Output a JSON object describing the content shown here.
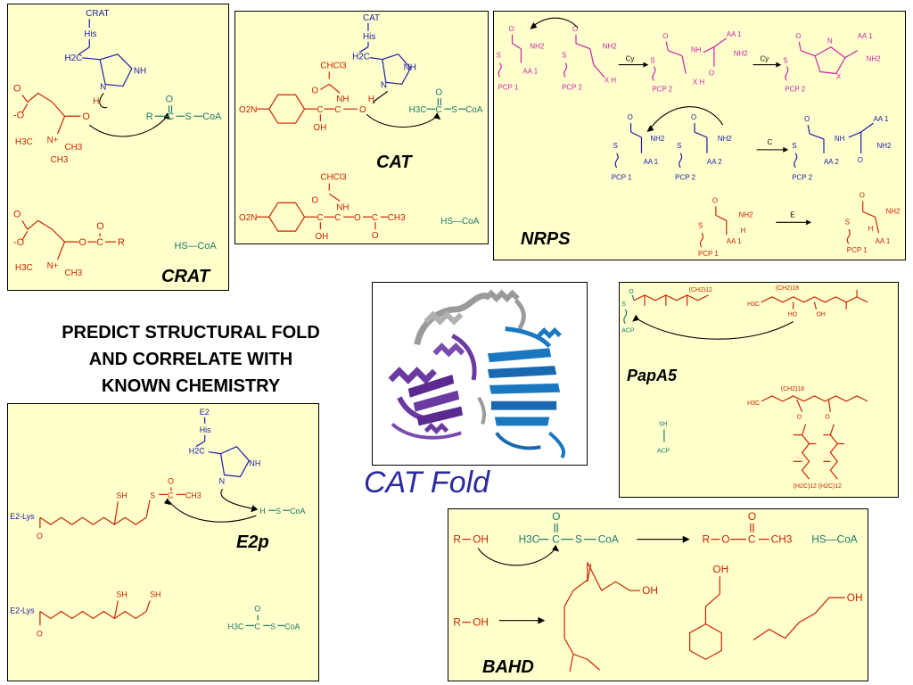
{
  "headline": {
    "line1": "PREDICT STRUCTURAL FOLD",
    "line2": "AND CORRELATE WITH",
    "line3": "KNOWN CHEMISTRY"
  },
  "fold_label": "CAT Fold",
  "panels": {
    "crat": {
      "label": "CRAT",
      "enzyme": "CRAT",
      "his": "His",
      "h2c": "H2C",
      "n": "N",
      "nh": "NH",
      "h": "H",
      "o_minus": "-O",
      "o": "O",
      "coa": "CoA",
      "s": "S",
      "r": "R",
      "c": "C",
      "nplus": "N+",
      "h3c": "H3C",
      "ch3": "CH3",
      "hscoa": "HS—CoA"
    },
    "cat": {
      "label": "CAT",
      "enzyme": "CAT",
      "his": "His",
      "h2c": "H2C",
      "n": "N",
      "nh": "NH",
      "h": "H",
      "o2n": "O2N",
      "achcl3": "CHCl3",
      "oh": "OH",
      "o": "O",
      "c": "C",
      "s": "S",
      "coa": "CoA",
      "h3c": "H3C",
      "ch3": "CH3",
      "hscoa": "HS—CoA"
    },
    "nrps": {
      "label": "NRPS",
      "nh2": "NH2",
      "aa1": "AA 1",
      "aa2": "AA 2",
      "pcp1": "PCP 1",
      "pcp2": "PCP 2",
      "xh": "X H",
      "x": "X",
      "nh": "NH",
      "n": "N",
      "s": "S",
      "o": "O",
      "h": "H",
      "cy": "Cy",
      "c": "C",
      "e": "E"
    },
    "e2p": {
      "label": "E2p",
      "e2": "E2",
      "his": "His",
      "h2c": "H2C",
      "n": "N",
      "nh": "NH",
      "e2lys": "E2-Lys",
      "sh": "SH",
      "o": "O",
      "s": "S",
      "c": "C",
      "ch3": "CH3",
      "coa": "CoA",
      "h": "H",
      "h3c": "H3C"
    },
    "papa5": {
      "label": "PapA5",
      "o": "O",
      "s": "S",
      "acp": "ACP",
      "ch2_12": "(CH2)12",
      "ch2_18": "(CH2)18",
      "h3c": "H3C",
      "ho": "HO",
      "oh": "OH",
      "sh": "SH",
      "h3c_ch2": "(H2C)12 (H2C)12"
    },
    "bahd": {
      "label": "BAHD",
      "r": "R",
      "oh": "OH",
      "o": "O",
      "h3c": "H3C",
      "c": "C",
      "s": "S",
      "coa": "CoA",
      "ch3": "CH3",
      "hscoa": "HS—CoA"
    }
  },
  "colors": {
    "panel_bg": "#ffffcc",
    "red": "#cc2200",
    "blue": "#1a1aaa",
    "teal": "#1a7a6a",
    "magenta": "#cc22aa",
    "fold_label": "#2b2b9e",
    "protein_purple": "#6a3aa0",
    "protein_blue": "#1a78c0",
    "protein_gray": "#9a9a9a"
  }
}
